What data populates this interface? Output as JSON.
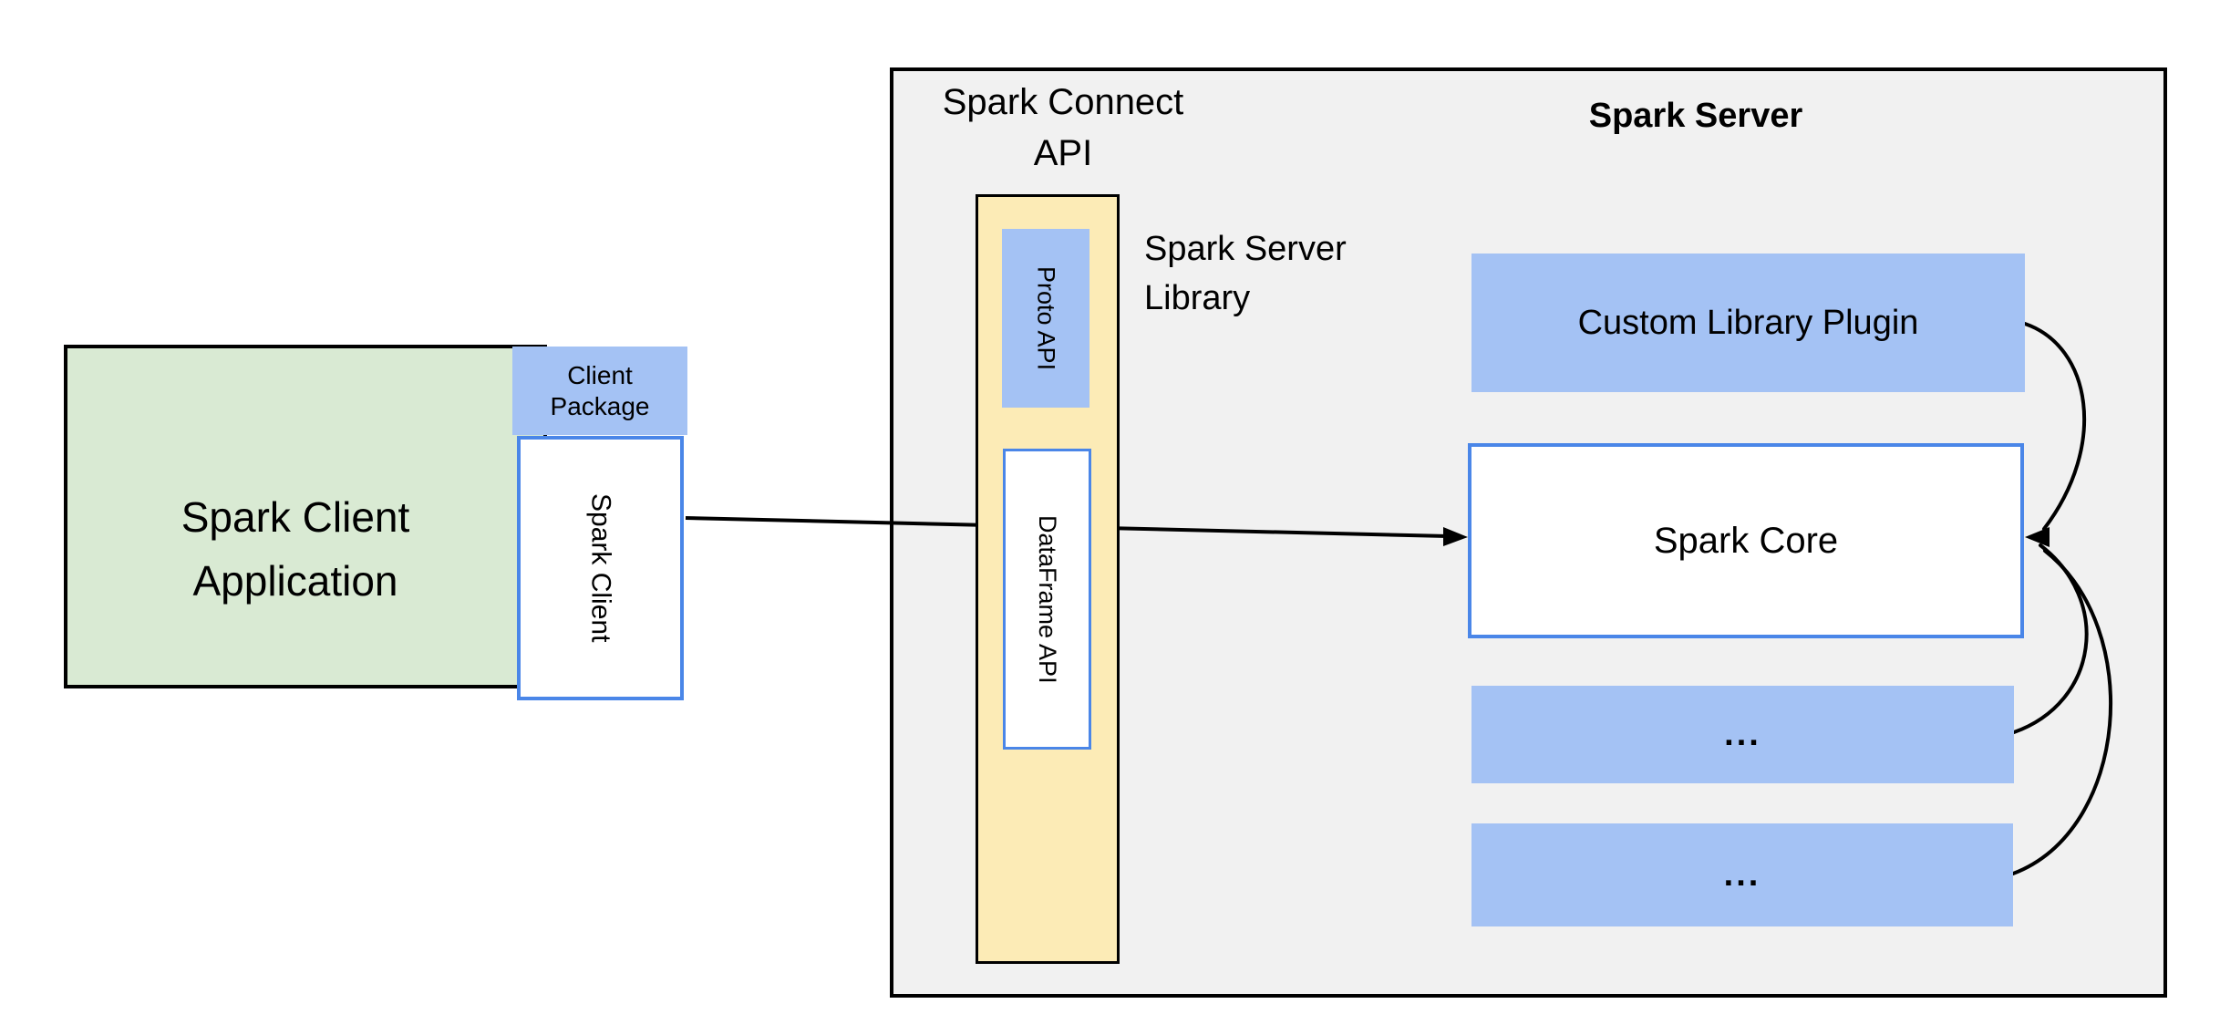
{
  "client": {
    "application_lines": [
      "Spark Client",
      "Application"
    ],
    "package_lines": [
      "Client",
      "Package"
    ],
    "spark_client_label": "Spark Client"
  },
  "connect_api": {
    "title_lines": [
      "Spark Connect",
      "API"
    ],
    "proto_api_label": "Proto API",
    "dataframe_api_label": "DataFrame API",
    "server_library_lines": [
      "Spark Server",
      "Library"
    ]
  },
  "spark_server": {
    "title": "Spark Server",
    "plugin_label": "Custom Library Plugin",
    "core_label": "Spark Core",
    "ellipsis_boxes": [
      "...",
      "..."
    ]
  },
  "colors": {
    "client_app_fill": "#d9ead3",
    "blue_fill": "#a4c2f4",
    "blue_border": "#4a86e8",
    "connect_api_fill": "#fcebb6",
    "server_fill": "#f1f1f1",
    "line": "#000000",
    "background": "#ffffff"
  }
}
